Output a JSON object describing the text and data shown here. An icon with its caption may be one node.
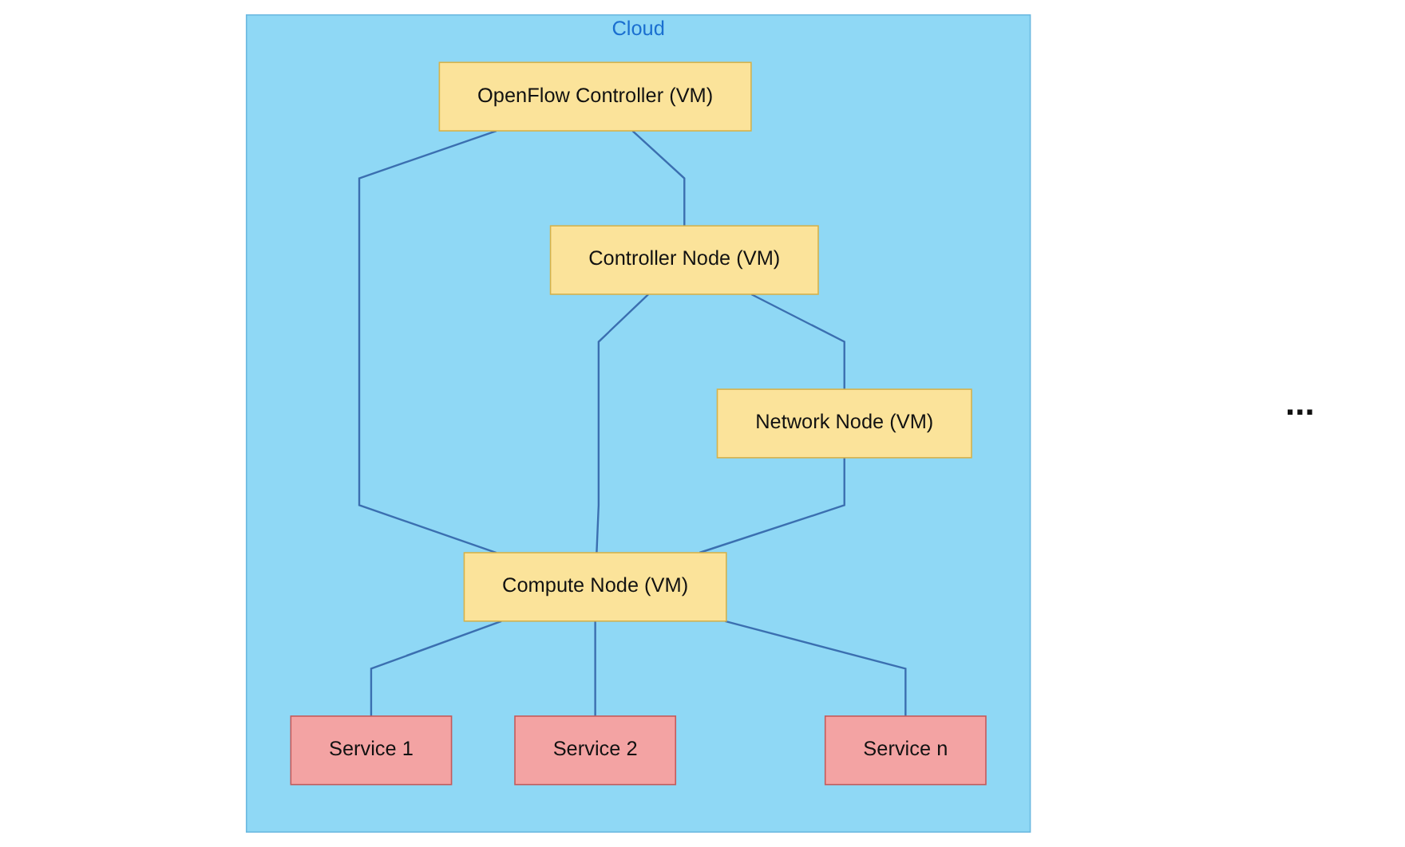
{
  "diagram": {
    "nodes": [
      {
        "text": [
          "Cloud"
        ]
      },
      {
        "text": [
          "OpenFlow Controller (VM)"
        ],
        "in": 0
      },
      {
        "text": [
          "Controller Node (VM)"
        ],
        "in": 0
      },
      {
        "text": [
          "Network Node (VM)"
        ],
        "in": 0
      },
      {
        "text": [
          "Compute Node (VM)"
        ],
        "in": 0
      },
      {
        "text": [
          "Service 1"
        ],
        "in": 0
      },
      {
        "text": [
          "Service 2"
        ],
        "in": 0
      },
      {
        "text": [
          "Service n"
        ],
        "in": 0
      }
    ],
    "edges": [
      {
        "from": 1,
        "to": 2,
        "arrow": "none"
      },
      {
        "from": 2,
        "to": 3,
        "arrow": "none"
      },
      {
        "from": 1,
        "to": 4,
        "arrow": "none"
      },
      {
        "from": 2,
        "to": 4,
        "arrow": "none"
      },
      {
        "from": 3,
        "to": 4,
        "arrow": "none"
      },
      {
        "from": 4,
        "to": 5,
        "arrow": "none"
      },
      {
        "from": 4,
        "to": 6,
        "arrow": "none"
      },
      {
        "from": 4,
        "to": 7,
        "arrow": "none"
      }
    ],
    "labels": [
      "..."
    ]
  }
}
